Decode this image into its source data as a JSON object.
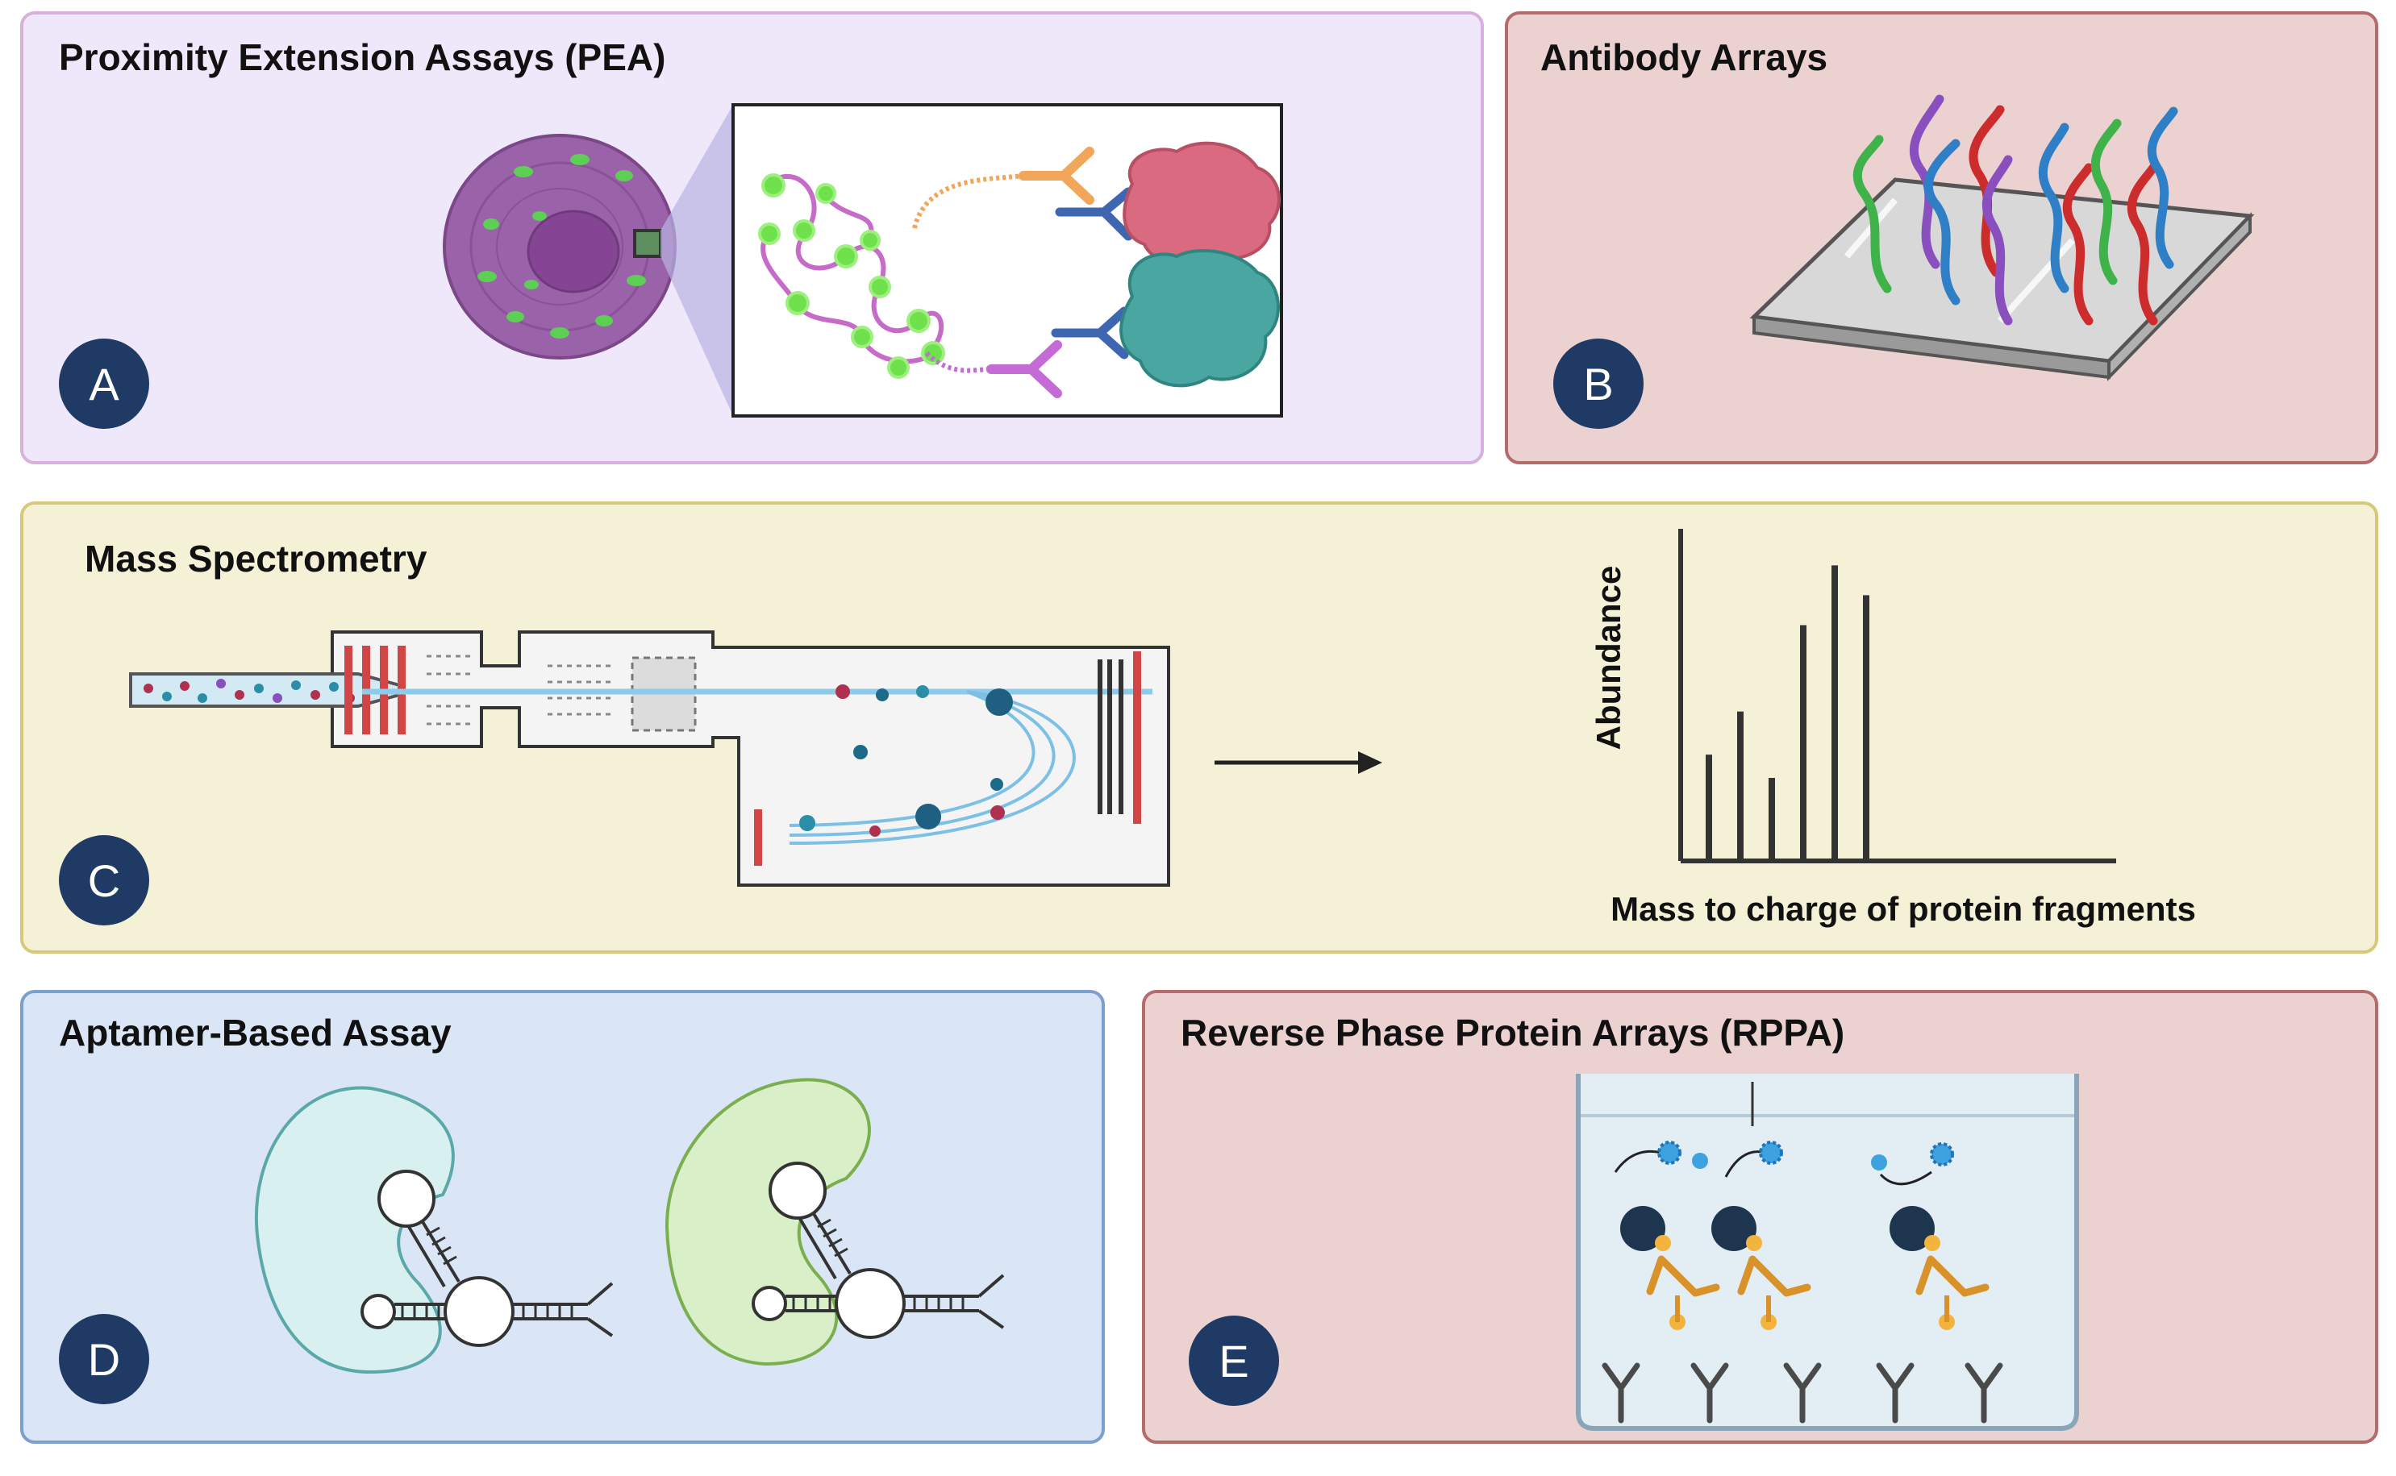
{
  "colors": {
    "panel_a_bg": "#efe8fa",
    "panel_a_border": "#d9b0dc",
    "panel_b_bg": "#ecd1d1",
    "panel_b_border": "#b46b6b",
    "panel_c_bg": "#f5f1d6",
    "panel_c_border": "#d6c97a",
    "panel_d_bg": "#dae6f6",
    "panel_d_border": "#7aa0cf",
    "panel_e_bg": "#ecd1d1",
    "panel_e_border": "#b46b6b",
    "badge": "#1f3a64"
  },
  "panels": {
    "a": {
      "title": "Proximity Extension Assays (PEA)",
      "badge": "A"
    },
    "b": {
      "title": "Antibody Arrays",
      "badge": "B"
    },
    "c": {
      "title": "Mass Spectrometry",
      "badge": "C",
      "spectrum_ylabel": "Abundance",
      "spectrum_xlabel": "Mass to charge of protein fragments"
    },
    "d": {
      "title": "Aptamer-Based Assay",
      "badge": "D"
    },
    "e": {
      "title": "Reverse Phase Protein Arrays (RPPA)",
      "badge": "E"
    }
  },
  "chart_data": {
    "type": "bar",
    "title": "",
    "xlabel": "Mass to charge of protein fragments",
    "ylabel": "Abundance",
    "values": [
      0.32,
      0.45,
      0.25,
      0.71,
      0.89,
      0.8
    ],
    "ylim": [
      0,
      1
    ],
    "grid": false
  }
}
